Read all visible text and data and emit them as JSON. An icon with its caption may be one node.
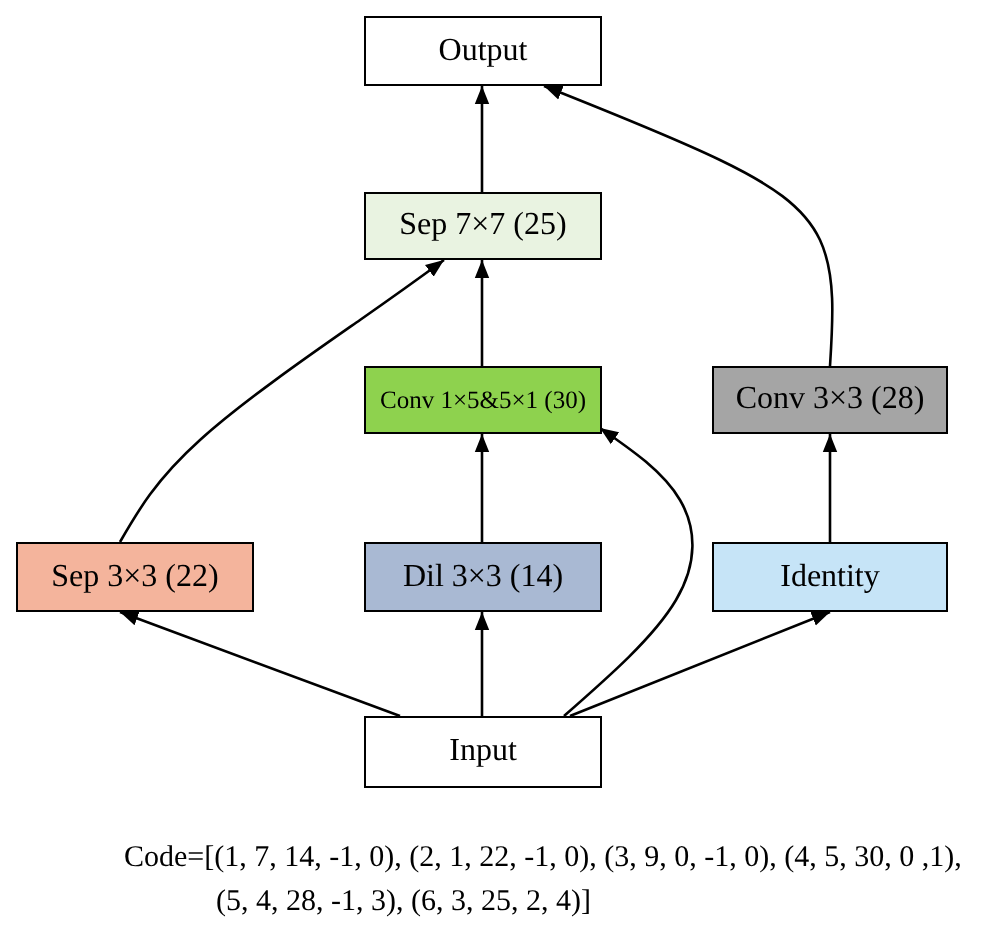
{
  "diagram": {
    "nodes": [
      {
        "text": [
          "Output"
        ]
      },
      {
        "text": [
          "Sep 7×7 (25)"
        ]
      },
      {
        "text": [
          "Conv 1×5&5×1 (30)"
        ]
      },
      {
        "text": [
          "Conv 3×3 (28)"
        ]
      },
      {
        "text": [
          "Sep 3×3 (22)"
        ]
      },
      {
        "text": [
          "Dil 3×3 (14)"
        ]
      },
      {
        "text": [
          "Identity"
        ]
      },
      {
        "text": [
          "Input"
        ]
      }
    ],
    "edges": [
      {
        "from": 7,
        "to": 4,
        "arrow": "to"
      },
      {
        "from": 7,
        "to": 5,
        "arrow": "to"
      },
      {
        "from": 7,
        "to": 6,
        "arrow": "to"
      },
      {
        "from": 7,
        "to": 2,
        "arrow": "to"
      },
      {
        "from": 4,
        "to": 1,
        "arrow": "to"
      },
      {
        "from": 5,
        "to": 2,
        "arrow": "to"
      },
      {
        "from": 2,
        "to": 1,
        "arrow": "to"
      },
      {
        "from": 1,
        "to": 0,
        "arrow": "to"
      },
      {
        "from": 6,
        "to": 3,
        "arrow": "to"
      },
      {
        "from": 3,
        "to": 0,
        "arrow": "to"
      }
    ],
    "labels": [
      "Code=[(1, 7, 14, -1, 0), (2, 1, 22, -1, 0), (3, 9, 0, -1, 0), (4, 5, 30, 0 ,1), (5, 4, 28, -1, 3), (6, 3, 25, 2, 4)]"
    ]
  }
}
